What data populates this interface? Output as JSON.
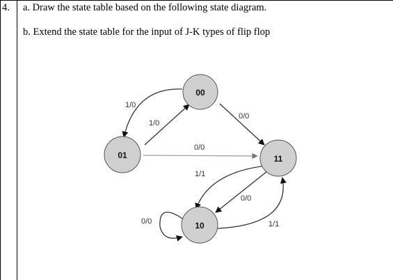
{
  "question": {
    "number": "4.",
    "part_a": "a. Draw the state table based on the following state diagram.",
    "part_b": "b. Extend the state table for the input of J-K types of flip flop"
  },
  "diagram": {
    "states": [
      "00",
      "01",
      "10",
      "11"
    ],
    "transitions": [
      {
        "from": "01",
        "to": "00",
        "label": "1/0"
      },
      {
        "from": "00",
        "to": "01",
        "label": "1/0"
      },
      {
        "from": "00",
        "to": "11",
        "label": "0/0"
      },
      {
        "from": "01",
        "to": "11",
        "label": "0/0"
      },
      {
        "from": "11",
        "to": "10",
        "label": "1/1"
      },
      {
        "from": "11",
        "to": "10",
        "label": "0/0"
      },
      {
        "from": "10",
        "to": "10",
        "label": "0/0"
      },
      {
        "from": "10",
        "to": "11",
        "label": "1/1"
      }
    ]
  }
}
